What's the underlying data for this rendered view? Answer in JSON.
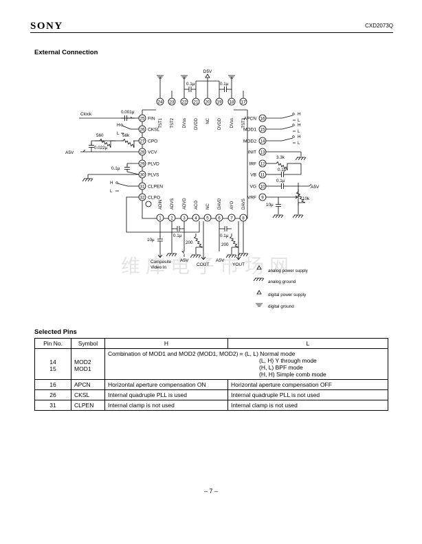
{
  "header": {
    "brand": "SONY",
    "part_number": "CXD2073Q"
  },
  "sections": {
    "external_connection": "External Connection",
    "selected_pins": "Selected Pins"
  },
  "schematic": {
    "top_pins": [
      {
        "num": "24",
        "name": "TST1"
      },
      {
        "num": "23",
        "name": "TST2"
      },
      {
        "num": "22",
        "name": "DVss"
      },
      {
        "num": "21",
        "name": "DVDD"
      },
      {
        "num": "20",
        "name": "NC"
      },
      {
        "num": "19",
        "name": "DVDD"
      },
      {
        "num": "18",
        "name": "DVss"
      },
      {
        "num": "17",
        "name": "TST3"
      }
    ],
    "left_pins": [
      {
        "num": "25",
        "name": "FIN"
      },
      {
        "num": "26",
        "name": "CKSL"
      },
      {
        "num": "27",
        "name": "CPO"
      },
      {
        "num": "28",
        "name": "VCV"
      },
      {
        "num": "29",
        "name": "PLVD"
      },
      {
        "num": "30",
        "name": "PLVS"
      },
      {
        "num": "31",
        "name": "CLPEN"
      },
      {
        "num": "32",
        "name": "CLPO"
      }
    ],
    "right_pins": [
      {
        "num": "16",
        "name": "APCN"
      },
      {
        "num": "15",
        "name": "MOD1"
      },
      {
        "num": "14",
        "name": "MOD2"
      },
      {
        "num": "13",
        "name": "INIT"
      },
      {
        "num": "12",
        "name": "IRF"
      },
      {
        "num": "11",
        "name": "VB"
      },
      {
        "num": "10",
        "name": "VG"
      },
      {
        "num": "9",
        "name": "VRF"
      }
    ],
    "bottom_pins": [
      {
        "num": "1",
        "name": "ADIN"
      },
      {
        "num": "2",
        "name": "ADVS"
      },
      {
        "num": "3",
        "name": "ADVD"
      },
      {
        "num": "4",
        "name": "ACO"
      },
      {
        "num": "5",
        "name": "NC"
      },
      {
        "num": "6",
        "name": "DAVD"
      },
      {
        "num": "7",
        "name": "AYO"
      },
      {
        "num": "8",
        "name": "DAVS"
      }
    ],
    "labels": {
      "d5v": "D5V",
      "c_top_left": "0.1μ",
      "c_top_right": "0.1μ",
      "clock": "Clock",
      "c_fin": "0.001μ",
      "sw_h": "H",
      "sw_l": "L",
      "r_56k": "56k",
      "r_560": "560",
      "c_cpo": "0.022μ",
      "a5v_left": "A5V",
      "c_plvd": "0.1μ",
      "r_irf": "3.3k",
      "c_irf": "0.1μ",
      "c_vb": "0.1μ",
      "a5v_right": "A5V",
      "r_10k": "10k",
      "c_vrf": "10μ",
      "c_adin": "10μ",
      "c_advd": "0.1μ",
      "r_aco": "200",
      "a5v_b1": "A5V",
      "composite": "Composite",
      "video_in": "Video In",
      "cout": "COUT",
      "c_davd": "0.1μ",
      "r_ayo": "200",
      "a5v_b2": "A5V",
      "yout": "YOUT"
    },
    "legend": [
      {
        "label": "analog power supply"
      },
      {
        "label": "analog ground"
      },
      {
        "label": "digital power supply"
      },
      {
        "label": "digital ground"
      }
    ]
  },
  "watermark": "维库电子市场网",
  "table": {
    "headers": [
      "Pin No.",
      "Symbol",
      "H",
      "L"
    ],
    "mode_row": {
      "pins": [
        "14",
        "15"
      ],
      "symbols": [
        "MOD2",
        "MOD1"
      ],
      "lines": [
        "Combination of MOD1 and MOD2 (MOD1, MOD2) = (L, L) Normal mode",
        "(L, H) Y through mode",
        "(H, L) BPF mode",
        "(H, H) Simple comb mode"
      ]
    },
    "rows": [
      {
        "pin": "16",
        "symbol": "APCN",
        "h": "Horizontal aperture compensation ON",
        "l": "Horizontal aperture compensation OFF"
      },
      {
        "pin": "26",
        "symbol": "CKSL",
        "h": "Internal quadruple PLL is used",
        "l": "Internal quadruple PLL is not used"
      },
      {
        "pin": "31",
        "symbol": "CLPEN",
        "h": "Internal clamp is not used",
        "l": "Internal clamp is not used"
      }
    ]
  },
  "footer": {
    "page": "– 7 –"
  }
}
